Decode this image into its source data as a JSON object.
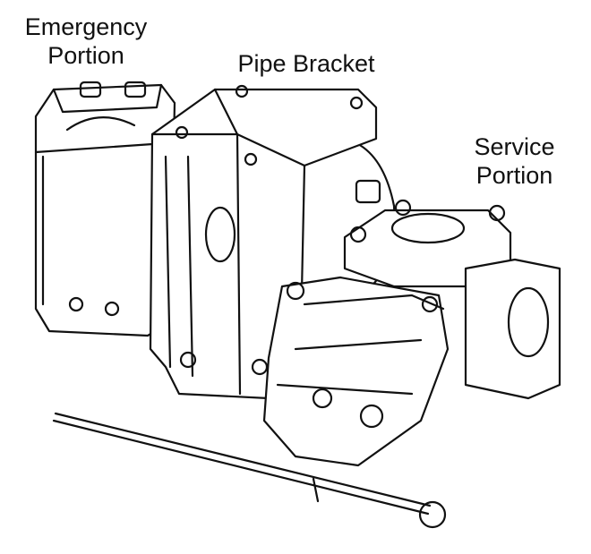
{
  "title": "Brake valve assembly",
  "labels": {
    "emergency": [
      "Emergency",
      "Portion"
    ],
    "pipe_bracket": "Pipe Bracket",
    "service": [
      "Service",
      "Portion"
    ]
  }
}
